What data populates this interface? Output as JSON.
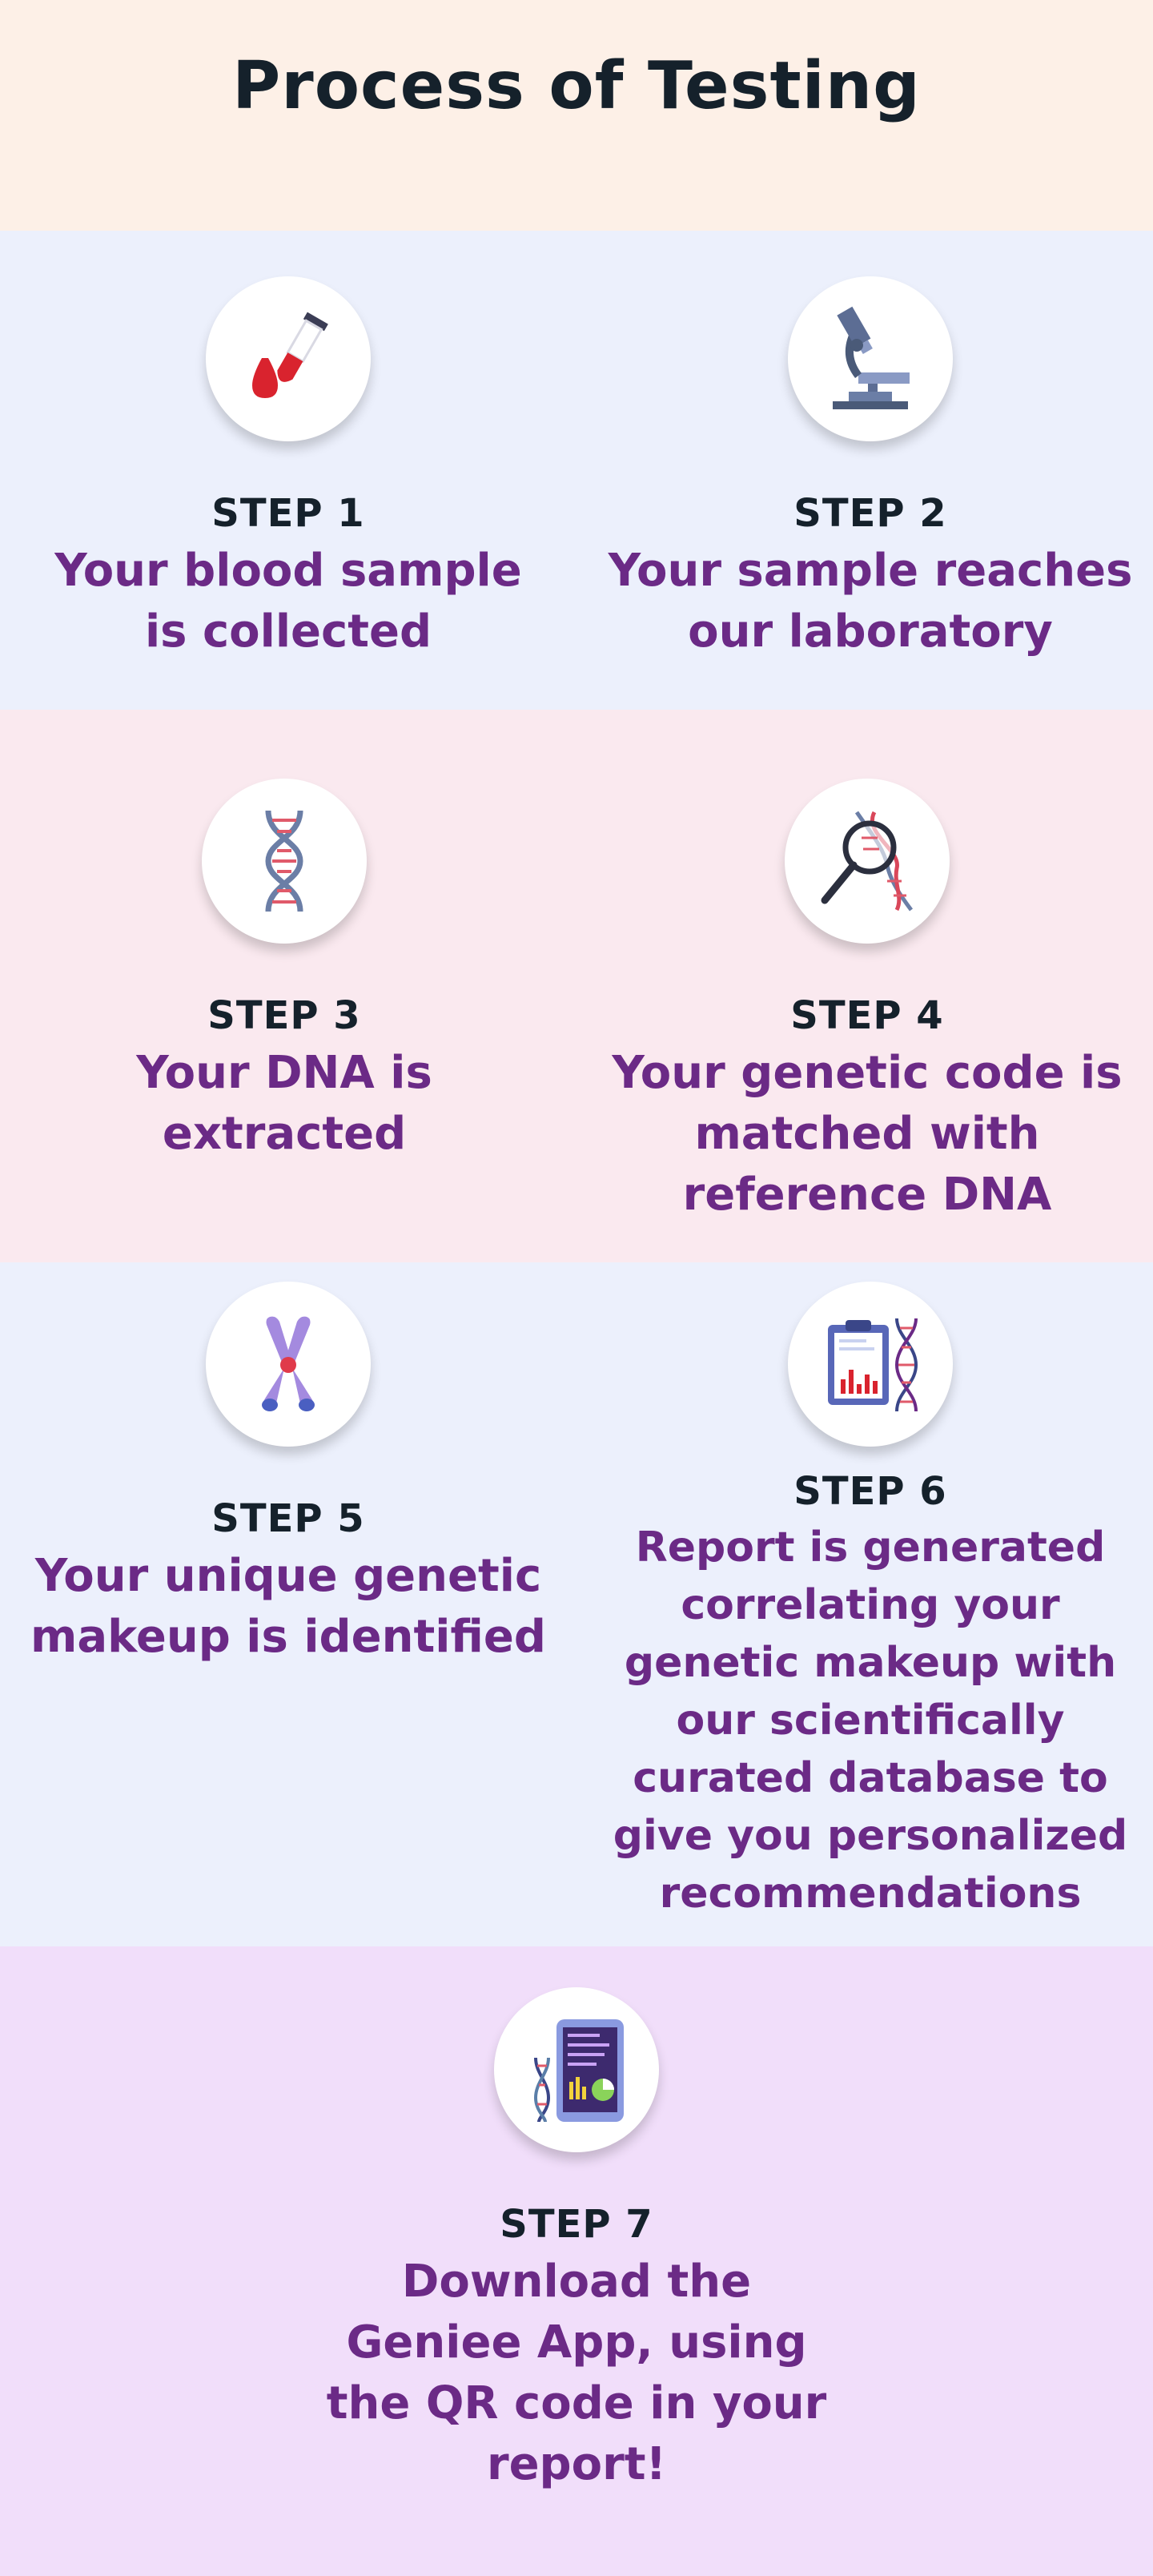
{
  "page": {
    "title": "Process of Testing"
  },
  "steps": [
    {
      "label": "STEP 1",
      "desc_lines": [
        "Your blood sample",
        "is collected"
      ],
      "icon": "blood-sample-icon"
    },
    {
      "label": "STEP 2",
      "desc_lines": [
        "Your sample reaches",
        "our laboratory"
      ],
      "icon": "microscope-icon"
    },
    {
      "label": "STEP 3",
      "desc_lines": [
        "Your DNA is",
        "extracted"
      ],
      "icon": "dna-icon"
    },
    {
      "label": "STEP 4",
      "desc_lines": [
        "Your genetic code is",
        "matched with",
        "reference DNA"
      ],
      "icon": "magnifier-dna-icon"
    },
    {
      "label": "STEP 5",
      "desc_lines": [
        "Your unique genetic",
        "makeup is identified"
      ],
      "icon": "chromosome-icon"
    },
    {
      "label": "STEP 6",
      "desc_lines": [
        "Report is generated",
        "correlating your",
        "genetic makeup with",
        "our scientifically",
        "curated database to",
        "give you personalized",
        "recommendations"
      ],
      "icon": "report-chart-icon"
    },
    {
      "label": "STEP 7",
      "desc_lines": [
        "Download the",
        "Geniee App, using",
        "the QR code in your",
        "report!"
      ],
      "icon": "mobile-app-icon"
    }
  ],
  "colors": {
    "title_text": "#15212b",
    "desc_text": "#6b2a86",
    "header_bg": "#fdf0e7",
    "blue_band_bg": "#ecf0fc",
    "pink_band_bg": "#fae9ef",
    "lavender_band_bg": "#f1defa"
  }
}
